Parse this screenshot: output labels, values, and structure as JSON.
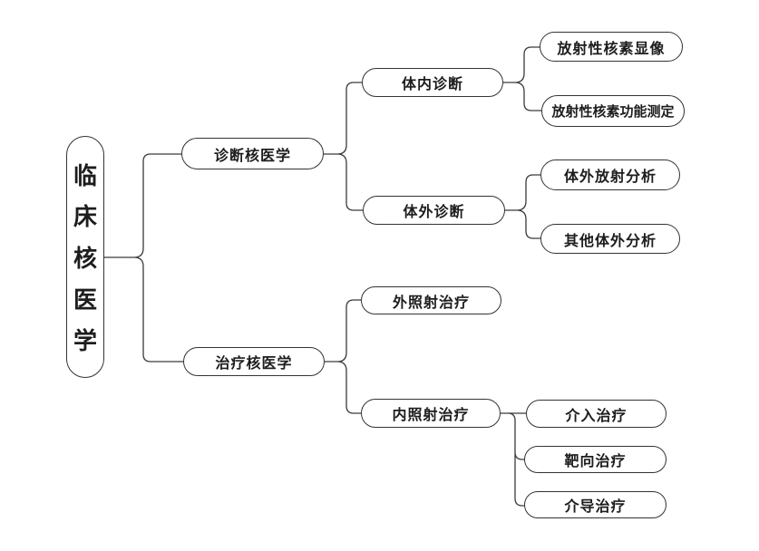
{
  "diagram": {
    "type": "mind-map",
    "title": "临床核医学",
    "colors": {
      "background": "#ffffff",
      "node_fill": "#ffffff",
      "node_border": "#333333",
      "edge": "#3a3a3a",
      "text": "#1d1d1d"
    },
    "root": {
      "label": "临床核医学"
    },
    "branches": [
      {
        "label": "诊断核医学",
        "children": [
          {
            "label": "体内诊断",
            "children": [
              {
                "label": "放射性核素显像"
              },
              {
                "label": "放射性核素功能测定"
              }
            ]
          },
          {
            "label": "体外诊断",
            "children": [
              {
                "label": "体外放射分析"
              },
              {
                "label": "其他体外分析"
              }
            ]
          }
        ]
      },
      {
        "label": "治疗核医学",
        "children": [
          {
            "label": "外照射治疗",
            "children": []
          },
          {
            "label": "内照射治疗",
            "children": [
              {
                "label": "介入治疗"
              },
              {
                "label": "靶向治疗"
              },
              {
                "label": "介导治疗"
              }
            ]
          }
        ]
      }
    ]
  }
}
